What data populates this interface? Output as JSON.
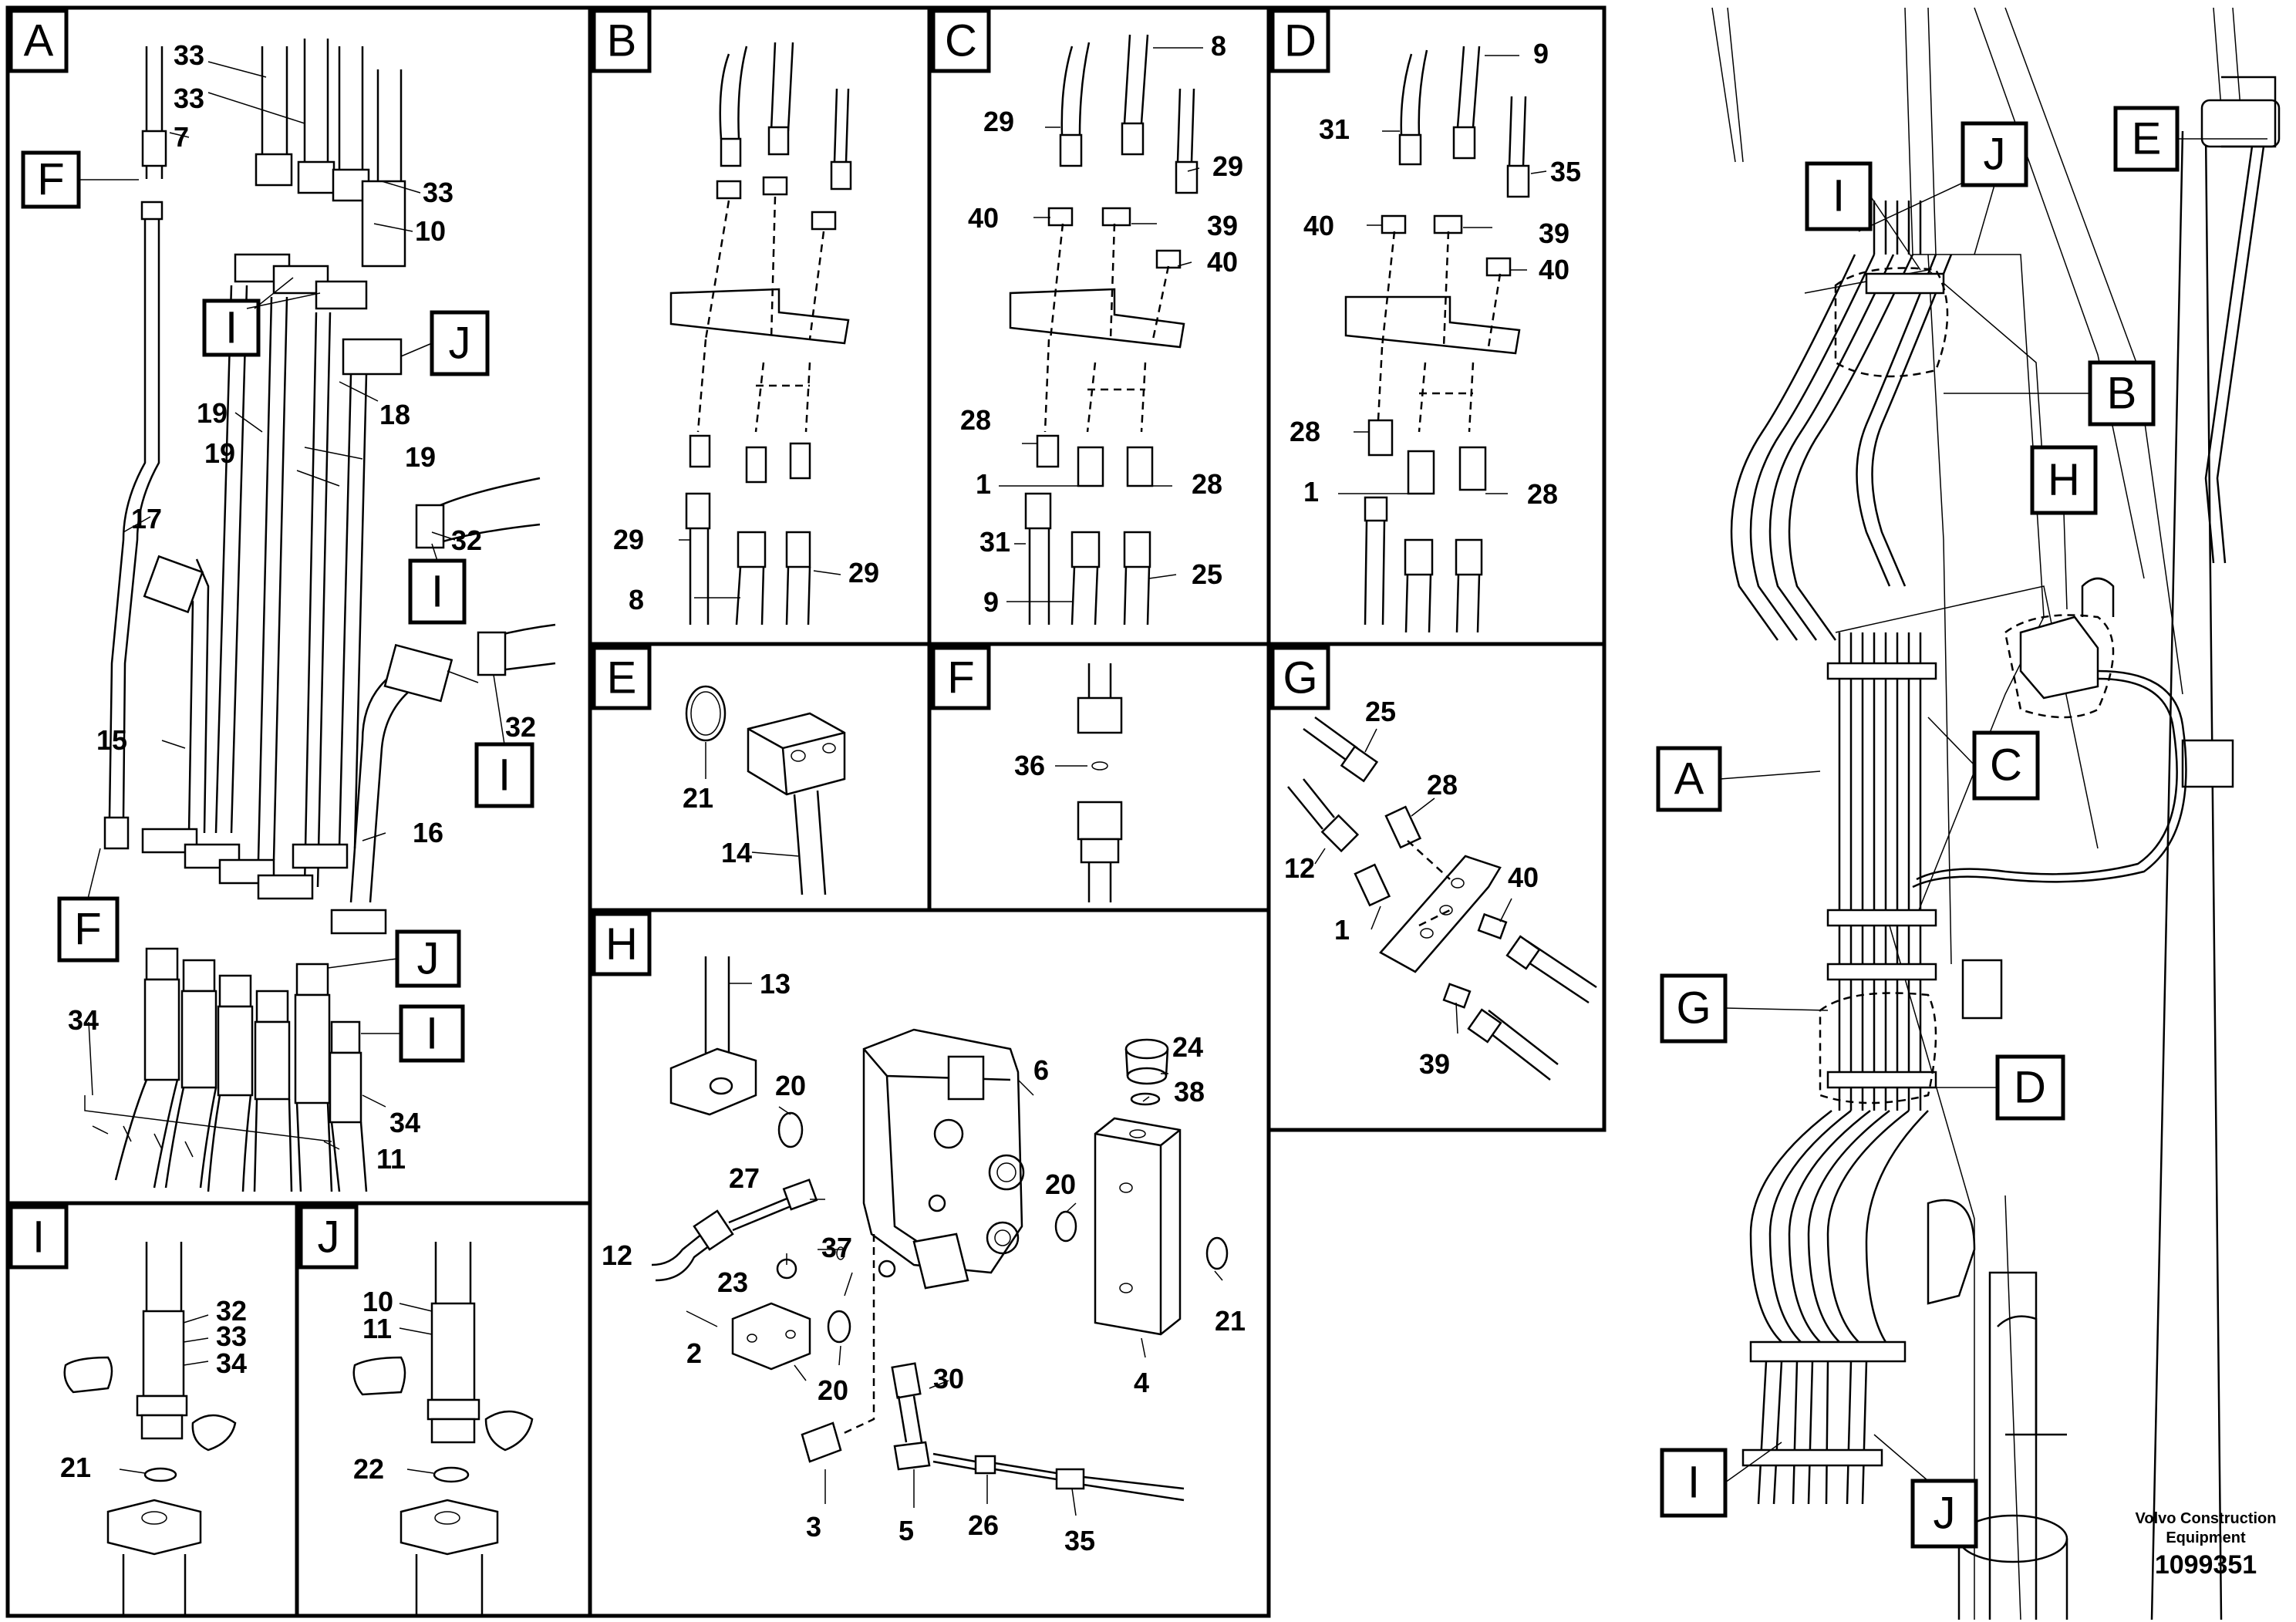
{
  "panels": {
    "A": {
      "letter": "A",
      "callouts": [
        "F",
        "I",
        "J",
        "I",
        "I",
        "F",
        "J",
        "I"
      ]
    },
    "B": {
      "letter": "B"
    },
    "C": {
      "letter": "C"
    },
    "D": {
      "letter": "D"
    },
    "E": {
      "letter": "E"
    },
    "F": {
      "letter": "F"
    },
    "G": {
      "letter": "G"
    },
    "H": {
      "letter": "H"
    },
    "I": {
      "letter": "I"
    },
    "J": {
      "letter": "J"
    }
  },
  "labels": {
    "A": [
      "33",
      "33",
      "7",
      "33",
      "10",
      "19",
      "19",
      "18",
      "19",
      "17",
      "32",
      "32",
      "15",
      "16",
      "34",
      "34",
      "11"
    ],
    "B": [
      "29",
      "8",
      "29"
    ],
    "C": [
      "8",
      "29",
      "29",
      "40",
      "39",
      "40",
      "28",
      "1",
      "28",
      "31",
      "9",
      "25"
    ],
    "D": [
      "9",
      "31",
      "35",
      "40",
      "39",
      "40",
      "28",
      "1",
      "28"
    ],
    "E": [
      "21",
      "14"
    ],
    "F": [
      "36"
    ],
    "G": [
      "25",
      "28",
      "12",
      "1",
      "40",
      "39"
    ],
    "H": [
      "13",
      "20",
      "6",
      "24",
      "38",
      "27",
      "20",
      "12",
      "23",
      "37",
      "21",
      "2",
      "20",
      "4",
      "30",
      "3",
      "5",
      "26",
      "35"
    ],
    "I": [
      "32",
      "33",
      "34",
      "21"
    ],
    "J": [
      "10",
      "11",
      "22"
    ]
  },
  "overview": {
    "callouts": [
      "E",
      "J",
      "I",
      "B",
      "H",
      "C",
      "A",
      "G",
      "D",
      "I",
      "J"
    ]
  },
  "footer": {
    "company": "Volvo Construction",
    "company_line2": "Equipment",
    "doc_number": "1099351"
  }
}
